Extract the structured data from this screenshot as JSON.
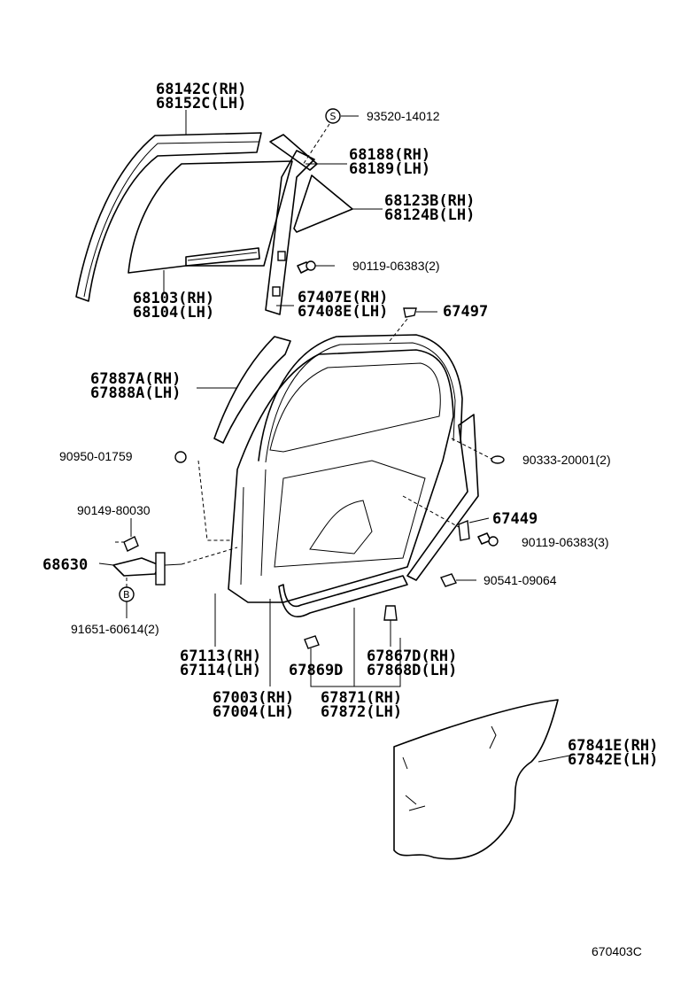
{
  "labels": {
    "p68142c": "68142C(RH)",
    "p68152c": "68152C(LH)",
    "p93520": "93520-14012",
    "p68188": "68188(RH)",
    "p68189": "68189(LH)",
    "p68123b": "68123B(RH)",
    "p68124b": "68124B(LH)",
    "p90119a": "90119-06383(2)",
    "p68103": "68103(RH)",
    "p68104": "68104(LH)",
    "p67407e": "67407E(RH)",
    "p67408e": "67408E(LH)",
    "p67497": "67497",
    "p67887a": "67887A(RH)",
    "p67888a": "67888A(LH)",
    "p90950": "90950-01759",
    "p90333": "90333-20001(2)",
    "p90149": "90149-80030",
    "p67449": "67449",
    "p90119b": "90119-06383(3)",
    "p68630": "68630",
    "p90541": "90541-09064",
    "p91651": "91651-60614(2)",
    "p67113": "67113(RH)",
    "p67114": "67114(LH)",
    "p67867d": "67867D(RH)",
    "p67868d": "67868D(LH)",
    "p67869d": "67869D",
    "p67003": "67003(RH)",
    "p67004": "67004(LH)",
    "p67871": "67871(RH)",
    "p67872": "67872(LH)",
    "p67841e": "67841E(RH)",
    "p67842e": "67842E(LH)"
  },
  "symbols": {
    "screw_mark": "S",
    "bolt_mark": "B"
  },
  "diagram_code": "670403C"
}
